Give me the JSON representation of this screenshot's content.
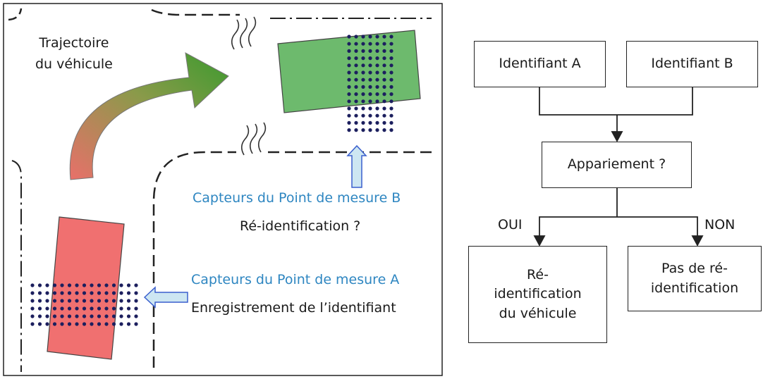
{
  "scene": {
    "trajectory_label": [
      "Trajectoire",
      "du véhicule"
    ],
    "point_b": {
      "title": "Capteurs du Point de mesure B",
      "subtitle": "Ré-identification ?"
    },
    "point_a": {
      "title": "Capteurs du Point de mesure A",
      "subtitle": "Enregistrement de l’identifiant"
    },
    "colors": {
      "vehicle_a": "#f07070",
      "vehicle_b": "#6dba6d",
      "sensor_dot": "#1c1f5e",
      "label_blue": "#2e86c1",
      "arrow_fill": "#cde6f2"
    }
  },
  "flowchart": {
    "identifier_a": "Identifiant A",
    "identifier_b": "Identifiant B",
    "decision": "Appariement ?",
    "yes_label": "OUI",
    "no_label": "NON",
    "yes_result": [
      "Ré-",
      "identification",
      "du véhicule"
    ],
    "no_result": [
      "Pas de ré-",
      "identification"
    ]
  }
}
